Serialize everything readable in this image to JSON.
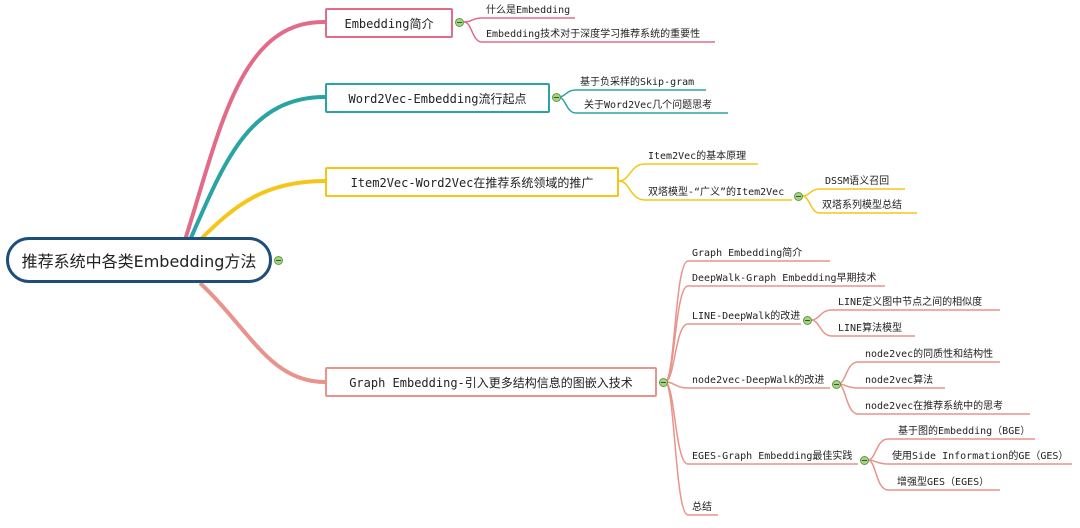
{
  "root": {
    "label": "推荐系统中各类Embedding方法"
  },
  "branches": {
    "b1": {
      "label": "Embedding简介",
      "color": "#e36b8a",
      "children": [
        "什么是Embedding",
        "Embedding技术对于深度学习推荐系统的重要性"
      ]
    },
    "b2": {
      "label": "Word2Vec-Embedding流行起点",
      "color": "#2aa3a3",
      "children": [
        "基于负采样的Skip-gram",
        "关于Word2Vec几个问题思考"
      ]
    },
    "b3": {
      "label": "Item2Vec-Word2Vec在推荐系统领域的推广",
      "color": "#f5c518",
      "children": [
        "Item2Vec的基本原理",
        "双塔模型-“广义”的Item2Vec"
      ],
      "sub": [
        "DSSM语义召回",
        "双塔系列模型总结"
      ]
    },
    "b4": {
      "label": "Graph Embedding-引入更多结构信息的图嵌入技术",
      "color": "#e8948c",
      "children": [
        "Graph Embedding简介",
        "DeepWalk-Graph Embedding早期技术",
        "LINE-DeepWalk的改进",
        "node2vec-DeepWalk的改进",
        "EGES-Graph Embedding最佳实践",
        "总结"
      ],
      "line_sub": [
        "LINE定义图中节点之间的相似度",
        "LINE算法模型"
      ],
      "node2vec_sub": [
        "node2vec的同质性和结构性",
        "node2vec算法",
        "node2vec在推荐系统中的思考"
      ],
      "eges_sub": [
        "基于图的Embedding（BGE）",
        "使用Side Information的GE（GES）",
        "增强型GES（EGES）"
      ]
    }
  }
}
